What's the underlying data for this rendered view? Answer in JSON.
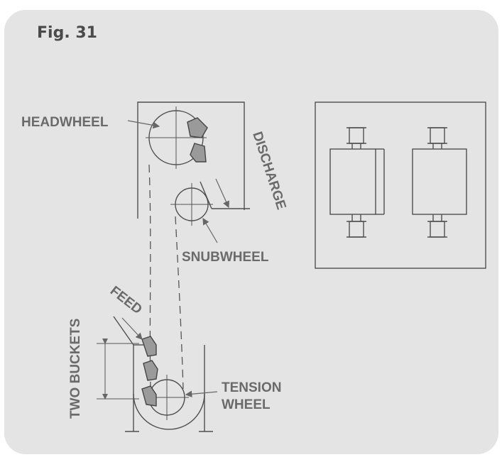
{
  "figure": {
    "title": "Fig. 31"
  },
  "labels": {
    "headwheel": "HEADWHEEL",
    "discharge": "DISCHARGE",
    "snubwheel": "SNUBWHEEL",
    "feed": "FEED",
    "two_buckets": "TWO BUCKETS",
    "tension_line1": "TENSION",
    "tension_line2": "WHEEL"
  },
  "colors": {
    "panel_background": "#e4e4e4",
    "line": "#4f4f4f",
    "bucket_fill": "#9a9a9a",
    "label_text": "#6a6a6a"
  }
}
